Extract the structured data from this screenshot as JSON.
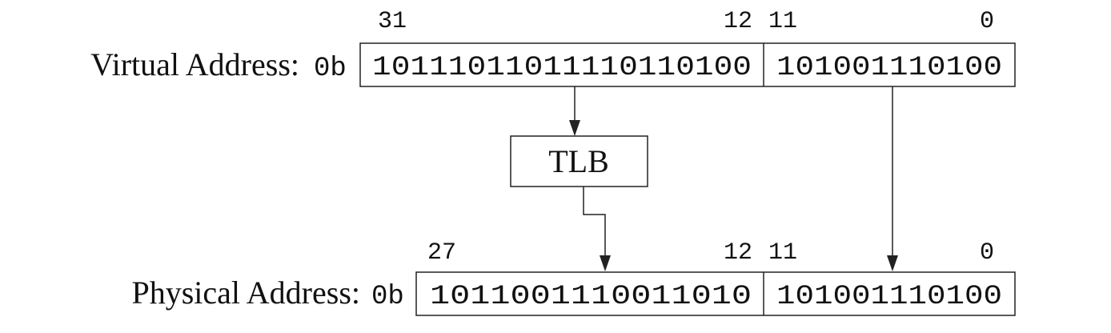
{
  "virtual": {
    "label": "Virtual Address:",
    "prefix": "0b",
    "high_bits": "10111011011110110100",
    "low_bits": "101001110100",
    "bit_31": "31",
    "bit_12": "12",
    "bit_11": "11",
    "bit_0": "0"
  },
  "tlb": {
    "label": "TLB"
  },
  "physical": {
    "label": "Physical Address:",
    "prefix": "0b",
    "high_bits": "1011001110011010",
    "low_bits": "101001110100",
    "bit_27": "27",
    "bit_12": "12",
    "bit_11": "11",
    "bit_0": "0"
  }
}
